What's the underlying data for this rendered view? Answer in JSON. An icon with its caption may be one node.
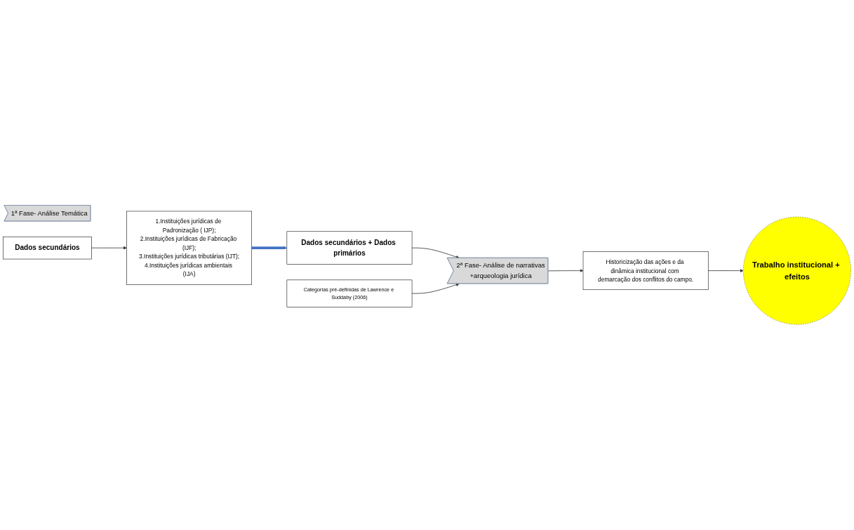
{
  "diagram": {
    "nodes": [
      {
        "text": [
          "1ª Fase- Análise Temática"
        ]
      },
      {
        "text": [
          "Dados secundários"
        ]
      },
      {
        "text": [
          "1.Instituições jurídicas de Padronização ( IJP);",
          "2.Instituições jurídicas de Fabricação (IJF);",
          "3.Instituições jurídicas tributárias (IJT);",
          "4.Instituições jurídicas ambientais (IJA)"
        ]
      },
      {
        "text": [
          "Dados secundários + Dados primários"
        ]
      },
      {
        "text": [
          "Categorias pré-definidas de Lawrence e Suddaby (2006)"
        ]
      },
      {
        "text": [
          "2ª Fase- Análise de narrativas",
          "+arqueologia jurídica"
        ]
      },
      {
        "text": [
          "Historicização das ações e da dinâmica institucional com demarcação dos conflitos do campo."
        ]
      },
      {
        "text": [
          "Trabalho institucional + efeitos"
        ]
      }
    ],
    "edges": [
      {
        "from": 1,
        "to": 2,
        "arrow": "to"
      },
      {
        "from": 2,
        "to": 3,
        "arrow": "to",
        "style": "thick",
        "color": "#4472c4"
      },
      {
        "from": 3,
        "to": 5,
        "arrow": "to"
      },
      {
        "from": 4,
        "to": 5,
        "arrow": "to"
      },
      {
        "from": 5,
        "to": 6,
        "arrow": "to"
      },
      {
        "from": 6,
        "to": 7,
        "arrow": "to"
      }
    ]
  }
}
